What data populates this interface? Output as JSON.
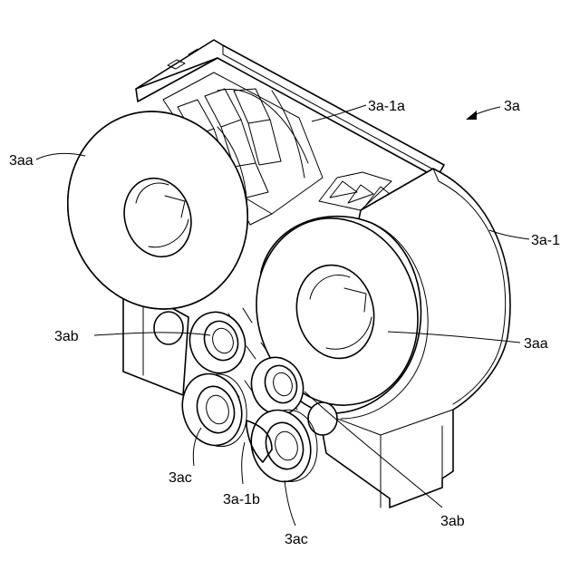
{
  "labels": {
    "assembly": "3a",
    "top_frame": "3a-1a",
    "housing": "3a-1",
    "left_disc": "3aa",
    "right_disc": "3aa",
    "upper_left_bore": "3ab",
    "lower_right_bore": "3ab",
    "left_small_ring": "3ac",
    "bottom_small_ring": "3ac",
    "mid_bracket": "3a-1b"
  }
}
